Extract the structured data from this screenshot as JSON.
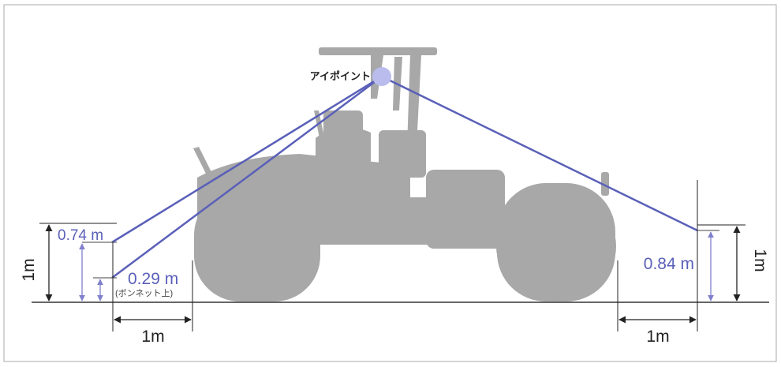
{
  "diagram": {
    "eye_point_label": "アイポイント",
    "left_upper_height": "0.74 m",
    "left_lower_height": "0.29 m",
    "left_lower_note": "(ボンネット上)",
    "right_height": "0.84 m",
    "left_vertical_ref": "1m",
    "right_vertical_ref": "1m",
    "left_horizontal_ref": "1m",
    "right_horizontal_ref": "1m"
  },
  "colors": {
    "sight_line": "#5a60b8",
    "eye_point": "#b9bcec",
    "arrow_blue": "#8080cc",
    "dimension": "#222222",
    "vehicle": "#a8a8a8",
    "label_blue": "#5a60b8"
  }
}
